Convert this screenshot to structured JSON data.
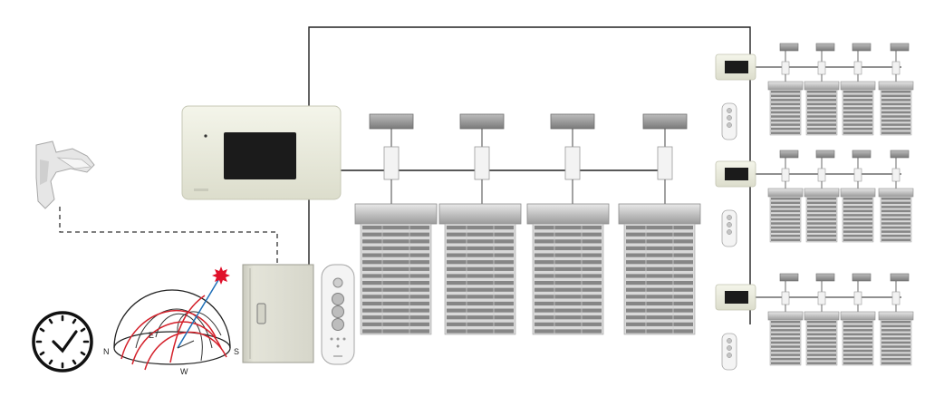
{
  "compass": {
    "north": "N",
    "east": "E",
    "west": "W",
    "south": "S"
  },
  "colors": {
    "wire": "#222222",
    "controller_body": "#eff0e2",
    "screen": "#1b1b1b",
    "blind_slat": "#8a8a8a",
    "sun_ray": "#1e6fb8",
    "sun": "#e0102a",
    "sun_path": "#d4202a"
  },
  "icons": {
    "clock": "clock-icon",
    "sun": "sun-icon",
    "weather_sensor": "weather-sensor-icon",
    "remote": "remote-control-icon"
  }
}
